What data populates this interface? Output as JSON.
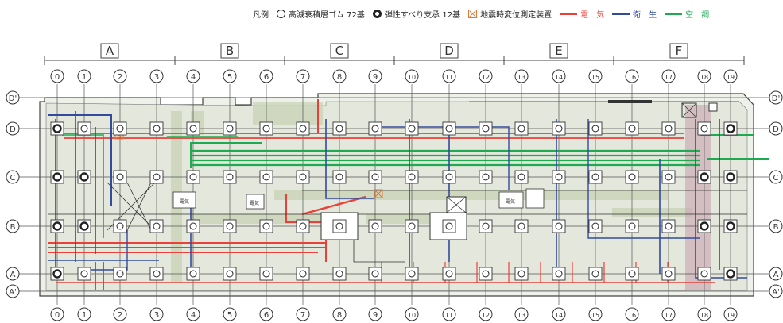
{
  "legend": {
    "label": "凡例",
    "items": [
      {
        "name": "rubber",
        "text": "高減衰積層ゴム 72基",
        "icon": "thin-ring-icon"
      },
      {
        "name": "slider",
        "text": "弾性すべり支承 12基",
        "icon": "thick-ring-icon"
      },
      {
        "name": "sensor",
        "text": "地震時変位測定装置",
        "icon": "x-box-icon"
      },
      {
        "name": "elec",
        "text": "電　気",
        "color": "#e8413a"
      },
      {
        "name": "sanitary",
        "text": "衛　生",
        "color": "#334b9c"
      },
      {
        "name": "hvac",
        "text": "空　調",
        "color": "#1faa52"
      }
    ]
  },
  "zones": [
    "A",
    "B",
    "C",
    "D",
    "E",
    "F"
  ],
  "columns": [
    "0",
    "1",
    "2",
    "3",
    "4",
    "5",
    "6",
    "7",
    "8",
    "9",
    "10",
    "11",
    "12",
    "13",
    "14",
    "15",
    "16",
    "17",
    "18",
    "19"
  ],
  "rows": [
    "D'",
    "D",
    "C",
    "B",
    "A",
    "A'"
  ],
  "small_labels": [
    "電気",
    "電気",
    "電気"
  ]
}
